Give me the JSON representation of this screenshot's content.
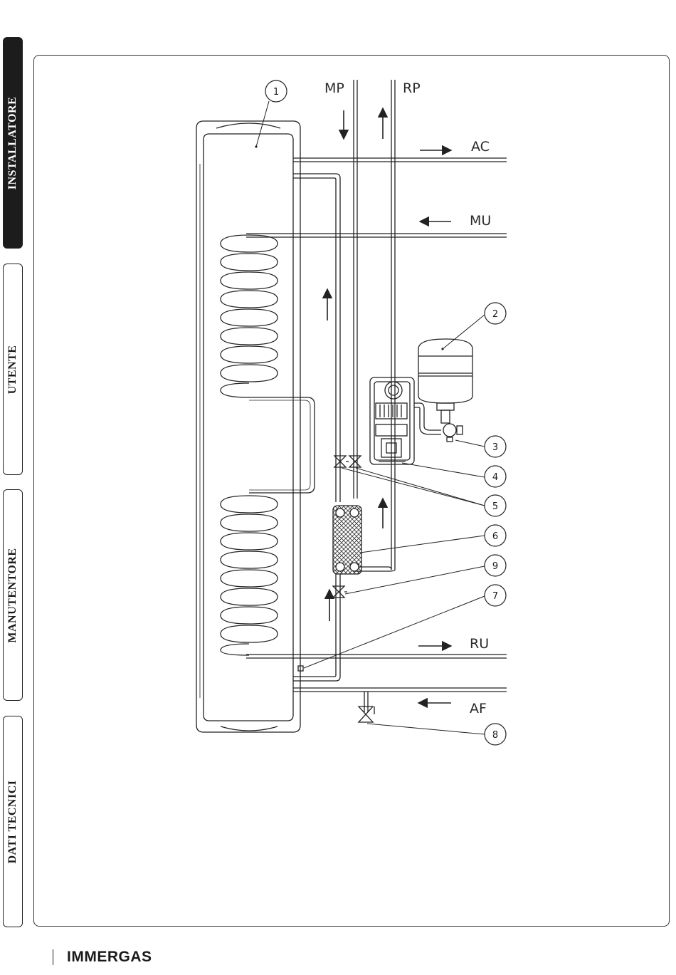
{
  "sidebar": {
    "tabs": [
      {
        "label": "INSTALLATORE",
        "active": true
      },
      {
        "label": "UTENTE",
        "active": false
      },
      {
        "label": "MANUTENTORE",
        "active": false
      },
      {
        "label": "DATI TECNICI",
        "active": false
      }
    ]
  },
  "diagram": {
    "flow_labels": {
      "mp": "MP",
      "rp": "RP",
      "ac": "AC",
      "mu": "MU",
      "ru": "RU",
      "af": "AF"
    },
    "callouts": [
      "1",
      "2",
      "3",
      "4",
      "5",
      "6",
      "9",
      "7",
      "8"
    ]
  },
  "footer": {
    "brand": "IMMERGAS"
  },
  "colors": {
    "line": "#222222",
    "active_tab": "#1c1c1c"
  }
}
